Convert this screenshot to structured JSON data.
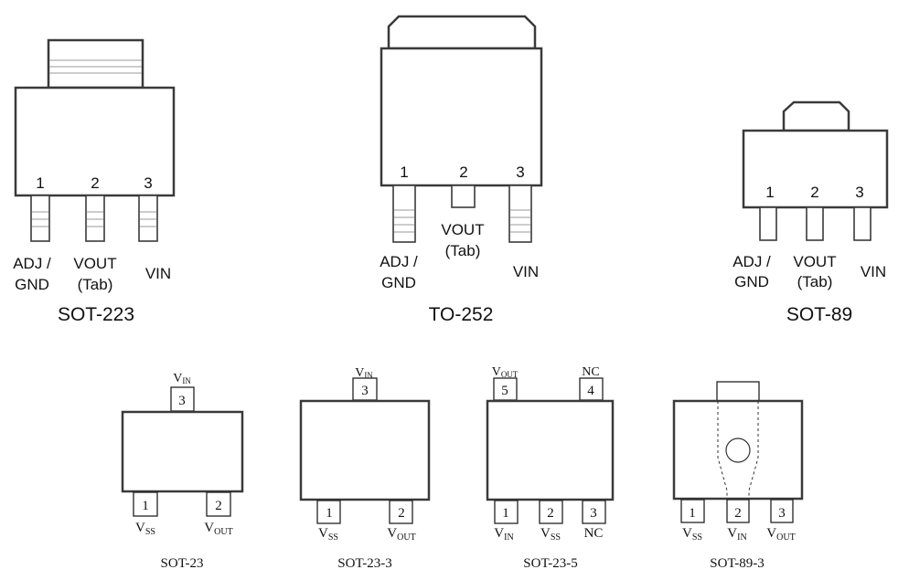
{
  "sot223": {
    "name": "SOT-223",
    "pin_numbers": [
      "1",
      "2",
      "3"
    ],
    "pin1_label": [
      "ADJ /",
      "GND"
    ],
    "pin2_label": [
      "VOUT",
      "(Tab)"
    ],
    "pin3_label": "VIN"
  },
  "to252": {
    "name": "TO-252",
    "pin_numbers": [
      "1",
      "2",
      "3"
    ],
    "pin1_label": [
      "ADJ /",
      "GND"
    ],
    "pin2_label": [
      "VOUT",
      "(Tab)"
    ],
    "pin3_label": "VIN"
  },
  "sot89": {
    "name": "SOT-89",
    "pin_numbers": [
      "1",
      "2",
      "3"
    ],
    "pin1_label": [
      "ADJ /",
      "GND"
    ],
    "pin2_label": [
      "VOUT",
      "(Tab)"
    ],
    "pin3_label": "VIN"
  },
  "sot23": {
    "name": "SOT-23",
    "top_pin": {
      "number": "3",
      "label": {
        "main": "V",
        "sub": "IN"
      }
    },
    "bottom_pins": [
      {
        "number": "1",
        "label": {
          "main": "V",
          "sub": "SS"
        }
      },
      {
        "number": "2",
        "label": {
          "main": "V",
          "sub": "OUT"
        }
      }
    ]
  },
  "sot23_3": {
    "name": "SOT-23-3",
    "top_pin": {
      "number": "3",
      "label": {
        "main": "V",
        "sub": "IN"
      }
    },
    "bottom_pins": [
      {
        "number": "1",
        "label": {
          "main": "V",
          "sub": "SS"
        }
      },
      {
        "number": "2",
        "label": {
          "main": "V",
          "sub": "OUT"
        }
      }
    ]
  },
  "sot23_5": {
    "name": "SOT-23-5",
    "top_pins": [
      {
        "number": "5",
        "label": {
          "main": "V",
          "sub": "OUT"
        }
      },
      {
        "number": "4",
        "label": {
          "main": "NC",
          "sub": ""
        }
      }
    ],
    "bottom_pins": [
      {
        "number": "1",
        "label": {
          "main": "V",
          "sub": "IN"
        }
      },
      {
        "number": "2",
        "label": {
          "main": "V",
          "sub": "SS"
        }
      },
      {
        "number": "3",
        "label": {
          "main": "NC",
          "sub": ""
        }
      }
    ]
  },
  "sot89_3": {
    "name": "SOT-89-3",
    "bottom_pins": [
      {
        "number": "1",
        "label": {
          "main": "V",
          "sub": "SS"
        }
      },
      {
        "number": "2",
        "label": {
          "main": "V",
          "sub": "IN"
        }
      },
      {
        "number": "3",
        "label": {
          "main": "V",
          "sub": "OUT"
        }
      }
    ]
  }
}
